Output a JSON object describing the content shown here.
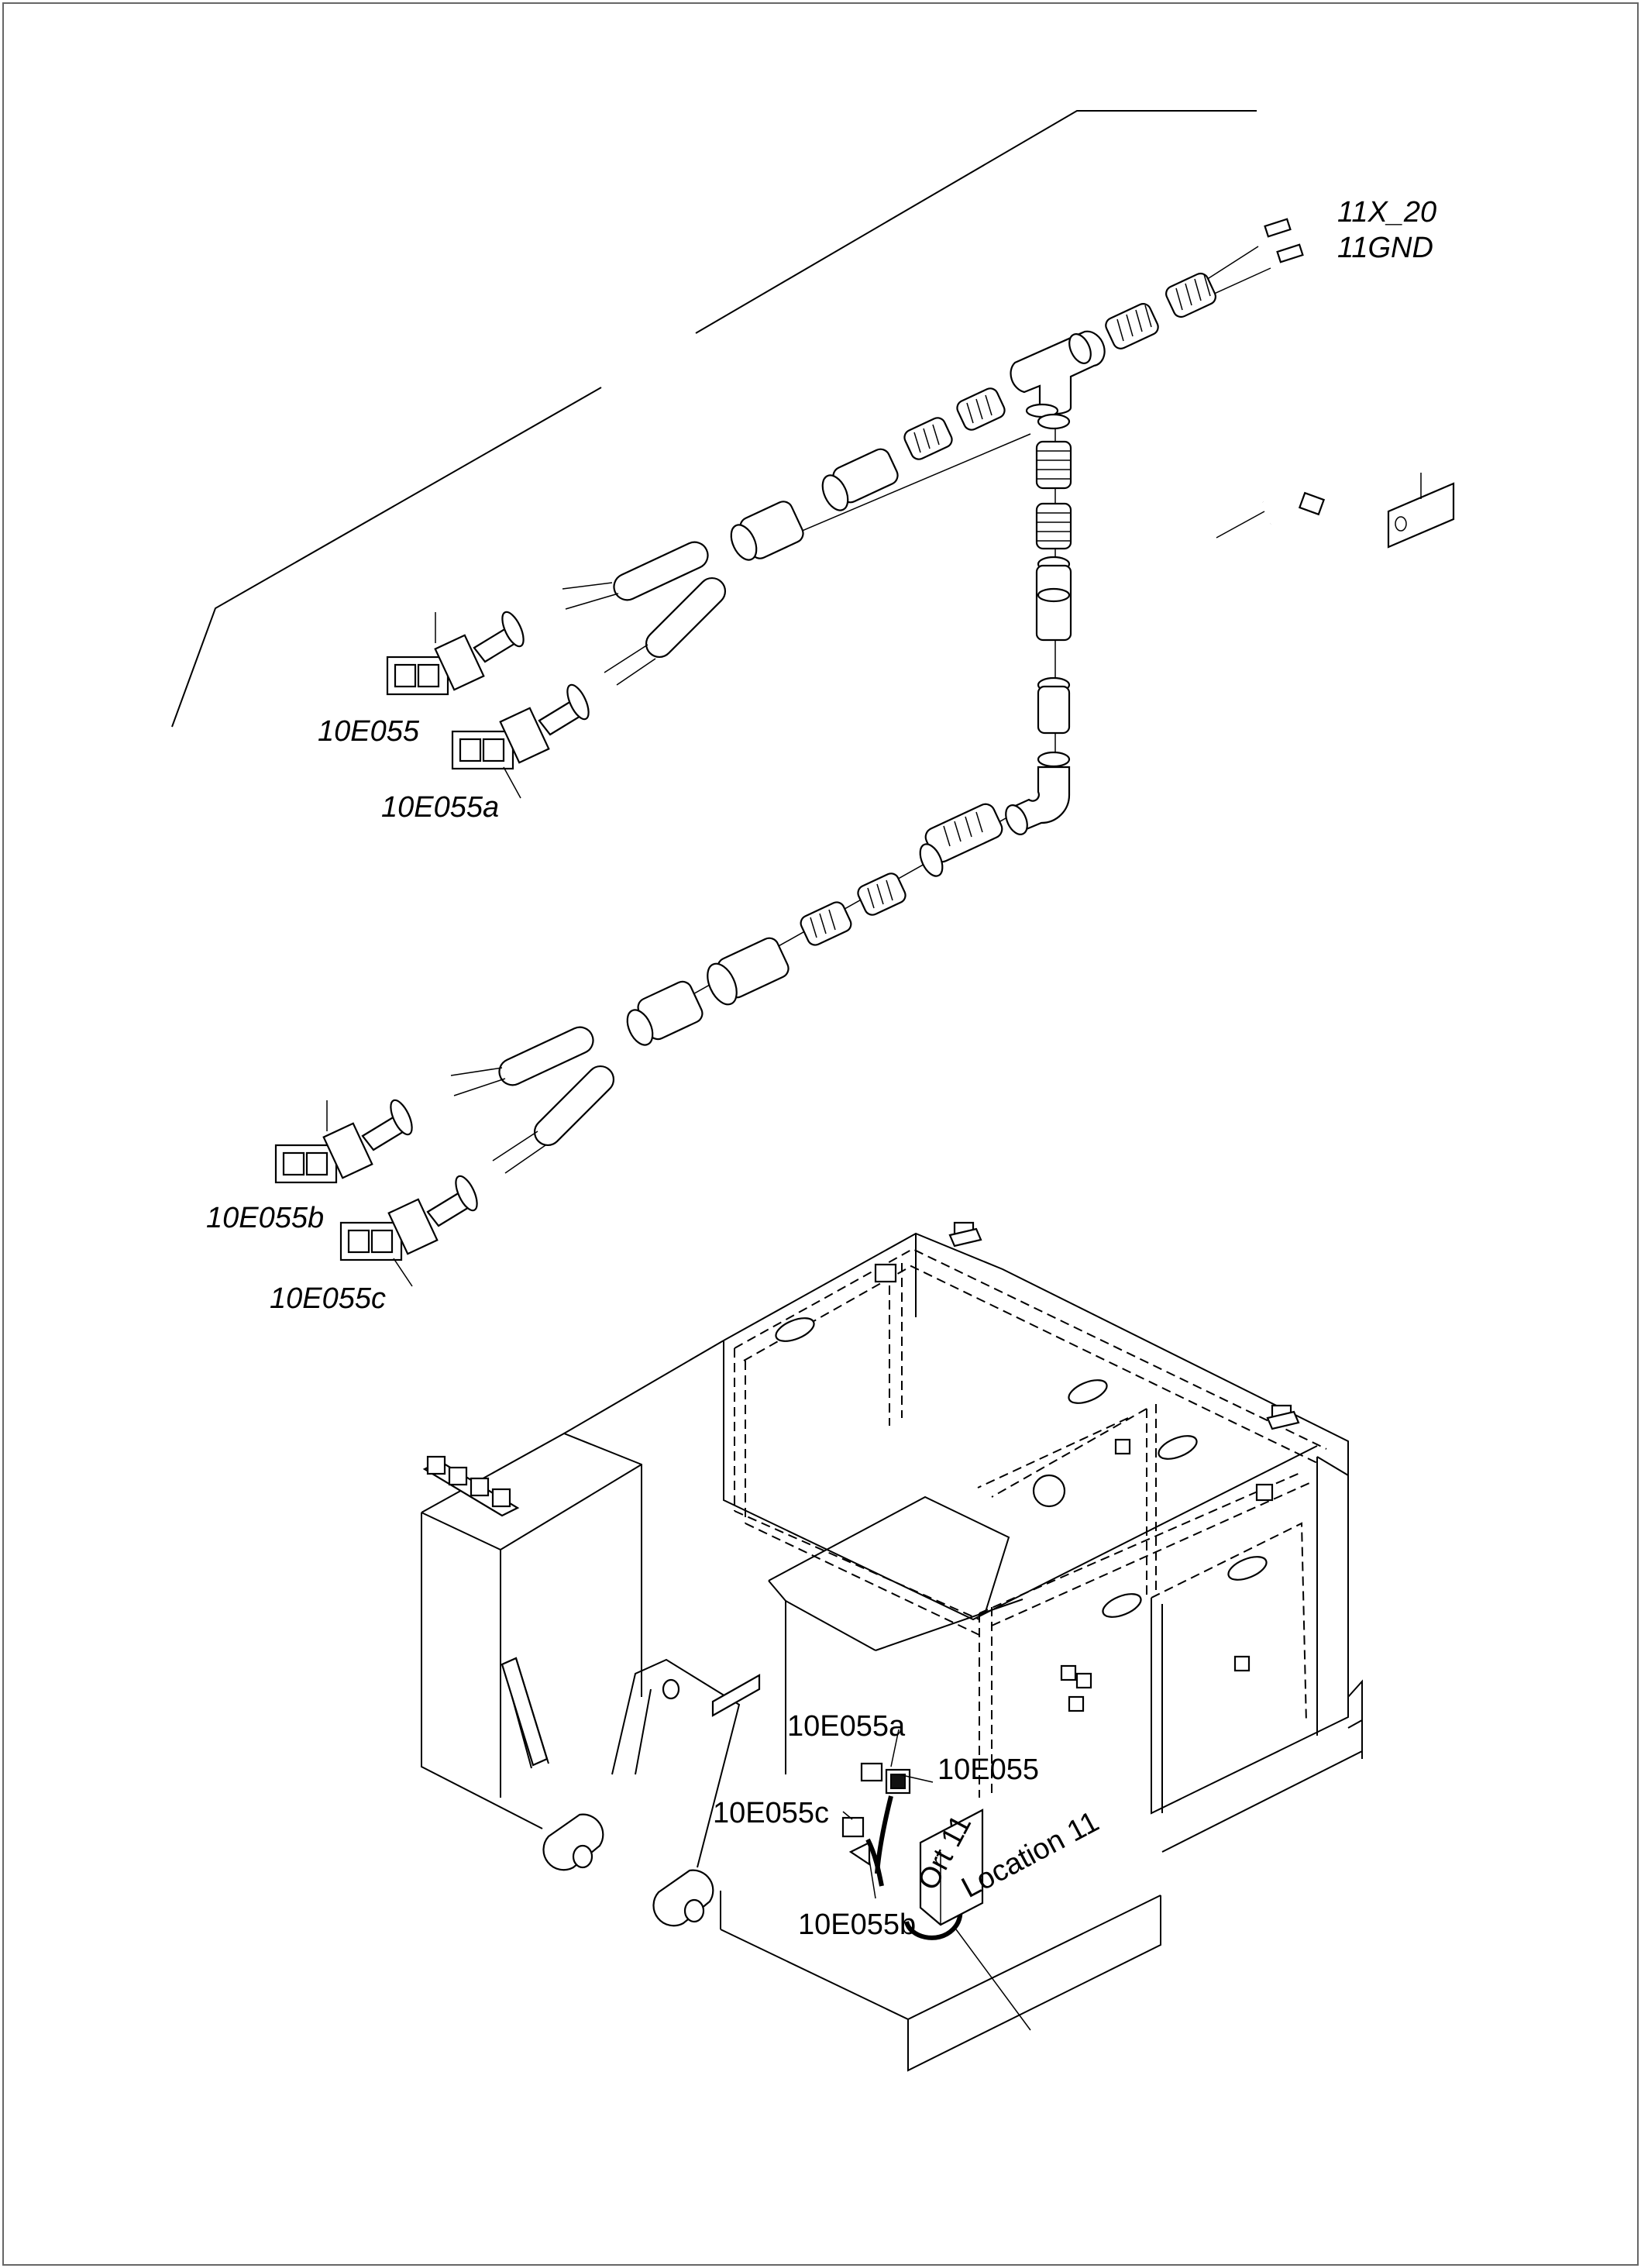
{
  "labels": {
    "x20": "11X_20",
    "gnd": "11GND",
    "e055": "10E055",
    "e055a": "10E055a",
    "e055b": "10E055b",
    "e055c": "10E055c",
    "chassis_e055a": "10E055a",
    "chassis_e055": "10E055",
    "chassis_e055c": "10E055c",
    "chassis_e055b": "10E055b",
    "ort": "Ort 11",
    "location": "Location 11"
  }
}
